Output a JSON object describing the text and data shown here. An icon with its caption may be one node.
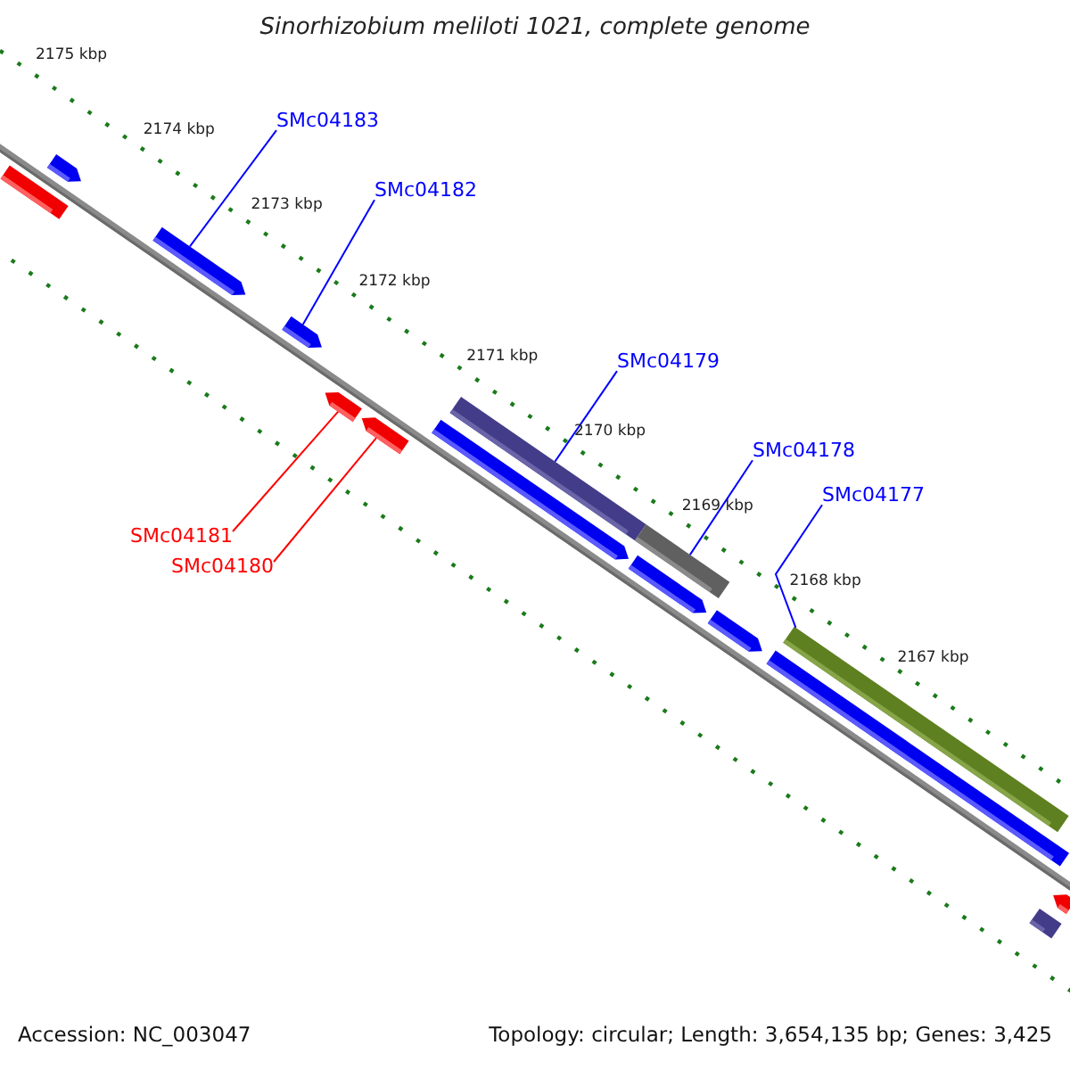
{
  "diagram": {
    "title": "Sinorhizobium meliloti 1021, complete genome",
    "nodes": [
      {
        "text": [
          "SMc04183"
        ]
      },
      {
        "text": [
          "SMc04182"
        ]
      },
      {
        "text": [
          "SMc04179"
        ]
      },
      {
        "text": [
          "SMc04178"
        ]
      },
      {
        "text": [
          "SMc04177"
        ]
      },
      {
        "text": [
          "SMc04181"
        ]
      },
      {
        "text": [
          "SMc04180"
        ]
      },
      {
        "text": [],
        "shape": "bar"
      },
      {
        "text": [],
        "shape": "bar"
      },
      {
        "text": [],
        "shape": "bar"
      },
      {
        "text": [],
        "shape": "bar"
      },
      {
        "text": [],
        "shape": "bar"
      },
      {
        "text": [],
        "shape": "bar"
      },
      {
        "text": [],
        "shape": "bar"
      },
      {
        "text": [],
        "shape": "bar"
      },
      {
        "text": [],
        "shape": "bar"
      },
      {
        "text": [],
        "shape": "bar"
      },
      {
        "text": [],
        "shape": "bar"
      },
      {
        "text": [],
        "shape": "bar"
      },
      {
        "text": [],
        "shape": "bar"
      },
      {
        "text": [],
        "shape": "bar"
      },
      {
        "text": [],
        "shape": "bar"
      }
    ],
    "edges": [
      {
        "from": 0,
        "to": 9,
        "arrow": "none"
      },
      {
        "from": 1,
        "to": 10,
        "arrow": "none"
      },
      {
        "from": 2,
        "to": 14,
        "arrow": "none"
      },
      {
        "from": 3,
        "to": 15,
        "arrow": "none"
      },
      {
        "from": 4,
        "to": 18,
        "arrow": "none"
      },
      {
        "from": 5,
        "to": 11,
        "arrow": "none",
        "color": "#ff0000"
      },
      {
        "from": 6,
        "to": 12,
        "arrow": "none",
        "color": "#ff0000"
      }
    ],
    "labels": [
      "2175 kbp",
      "2174 kbp",
      "2173 kbp",
      "2172 kbp",
      "2171 kbp",
      "2170 kbp",
      "2169 kbp",
      "2168 kbp",
      "2167 kbp",
      "Accession: NC_003047",
      "Topology: circular; Length: 3,654,135 bp; Genes: 3,425"
    ]
  }
}
